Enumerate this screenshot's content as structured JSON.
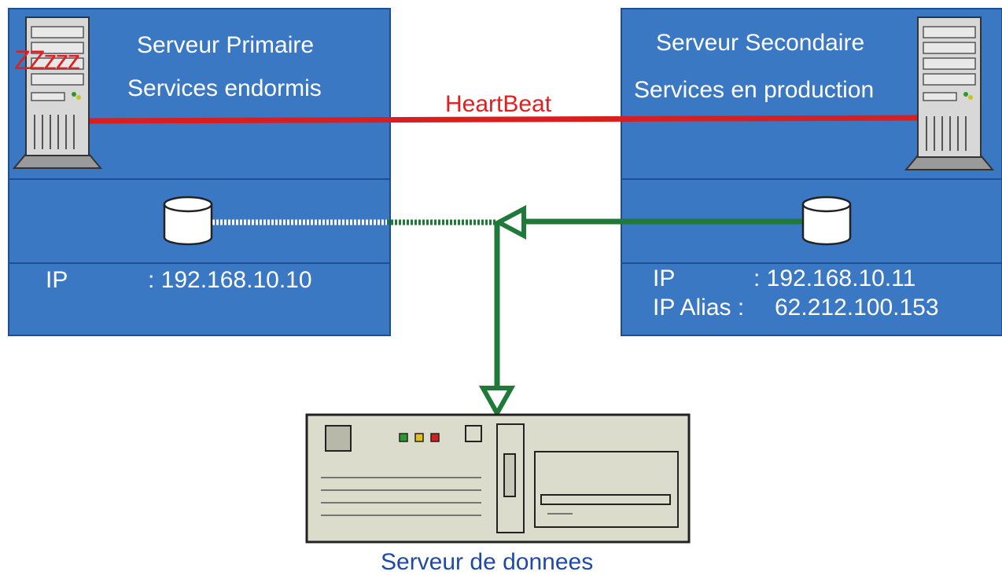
{
  "primary": {
    "title": "Serveur Primaire",
    "status": "Services endormis",
    "ip_label": "IP",
    "ip_value": ": 192.168.10.10",
    "sleep_text": "ZZzzz"
  },
  "secondary": {
    "title": "Serveur Secondaire",
    "status": "Services en production",
    "ip_label": "IP",
    "ip_value": ": 192.168.10.11",
    "alias_label": "IP Alias :",
    "alias_value": "62.212.100.153"
  },
  "heartbeat_label": "HeartBeat",
  "data_server_label": "Serveur de donnees",
  "colors": {
    "panel": "#3b78c4",
    "panel_border": "#1e4f94",
    "heartbeat": "#d81e1e",
    "data_link": "#1f7a3a",
    "caption": "#1f4aa8"
  }
}
